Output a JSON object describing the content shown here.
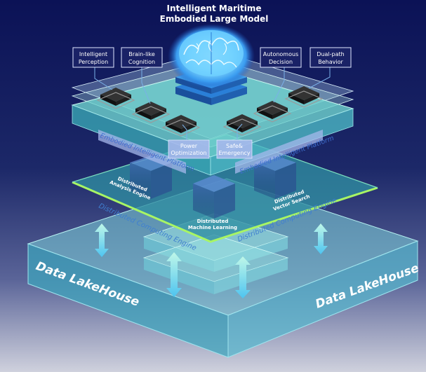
{
  "title": {
    "line1": "Intelligent Maritime",
    "line2": "Embodied Large Model"
  },
  "capabilities": [
    {
      "lines": [
        "Intelligent",
        "Perception"
      ]
    },
    {
      "lines": [
        "Brain-like",
        "Cognition"
      ]
    },
    {
      "lines": [
        "Autonomous",
        "Decision"
      ]
    },
    {
      "lines": [
        "Dual-path",
        "Behavior"
      ]
    }
  ],
  "platform_modules": [
    {
      "lines": [
        "Power",
        "Optimization"
      ]
    },
    {
      "lines": [
        "Safe&",
        "Emergency"
      ]
    }
  ],
  "layers": {
    "platform": {
      "label_left": "Embodied Intelligent Platform",
      "label_right": "Embodied Intelligent Platform"
    },
    "computing": {
      "label_left": "Distributed Computing Engine",
      "label_right": "Distributed Computing Engine"
    },
    "storage": {
      "label_left": "Data LakeHouse",
      "label_right": "Data LakeHouse"
    }
  },
  "engines": [
    {
      "lines": [
        "Distributed",
        "Analysis Engine"
      ]
    },
    {
      "lines": [
        "Distributed",
        "Machine Learning"
      ]
    },
    {
      "lines": [
        "Distributed",
        "Vector Search"
      ]
    }
  ],
  "colors": {
    "background_top": "#0c1458",
    "background_bottom": "#c8cad8",
    "platform_plate": "#6fd4d0",
    "computing_plate": "#2a8a9c",
    "computing_edge": "#9cf05a",
    "lakehouse": "#5fc0d0",
    "label_box": "#1a2266"
  }
}
